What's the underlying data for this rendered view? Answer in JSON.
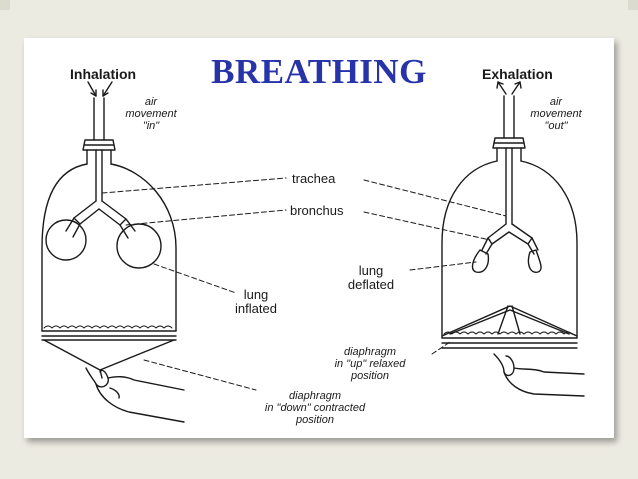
{
  "title": "BREATHING",
  "left": {
    "heading": "Inhalation",
    "air": [
      "air",
      "movement",
      "\"in\""
    ],
    "lung": [
      "lung",
      "inflated"
    ],
    "diaphragm": [
      "diaphragm",
      "in \"down\" contracted",
      "position"
    ]
  },
  "right": {
    "heading": "Exhalation",
    "air": [
      "air",
      "movement",
      "\"out\""
    ],
    "lung": [
      "lung",
      "deflated"
    ],
    "diaphragm": [
      "diaphragm",
      "in \"up\" relaxed",
      "position"
    ]
  },
  "shared": {
    "trachea": "trachea",
    "bronchus": "bronchus"
  },
  "colors": {
    "title": "#2733a8",
    "background": "#ecebe2",
    "ink": "#1a1a1a"
  }
}
